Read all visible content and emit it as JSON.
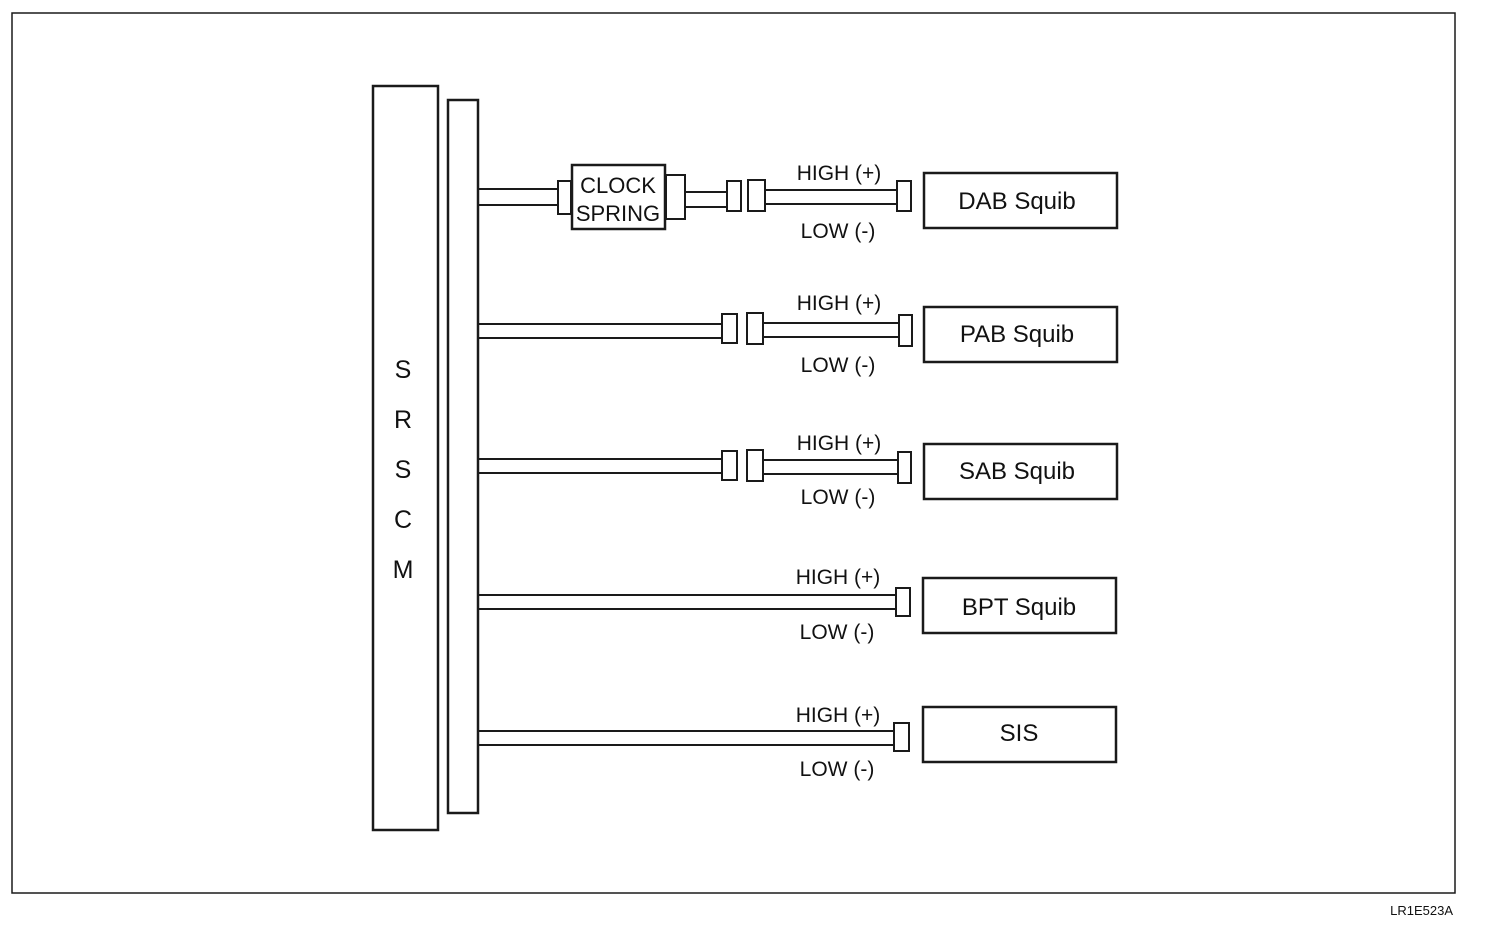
{
  "module": {
    "letters": [
      "S",
      "R",
      "S",
      "C",
      "M"
    ]
  },
  "clock_spring": {
    "line1": "CLOCK",
    "line2": "SPRING"
  },
  "circuits": [
    {
      "name": "DAB Squib",
      "high": "HIGH (+)",
      "low": "LOW (-)"
    },
    {
      "name": "PAB Squib",
      "high": "HIGH (+)",
      "low": "LOW (-)"
    },
    {
      "name": "SAB Squib",
      "high": "HIGH (+)",
      "low": "LOW (-)"
    },
    {
      "name": "BPT Squib",
      "high": "HIGH (+)",
      "low": "LOW (-)"
    },
    {
      "name": "SIS",
      "high": "HIGH (+)",
      "low": "LOW (-)"
    }
  ],
  "reference": "LR1E523A"
}
